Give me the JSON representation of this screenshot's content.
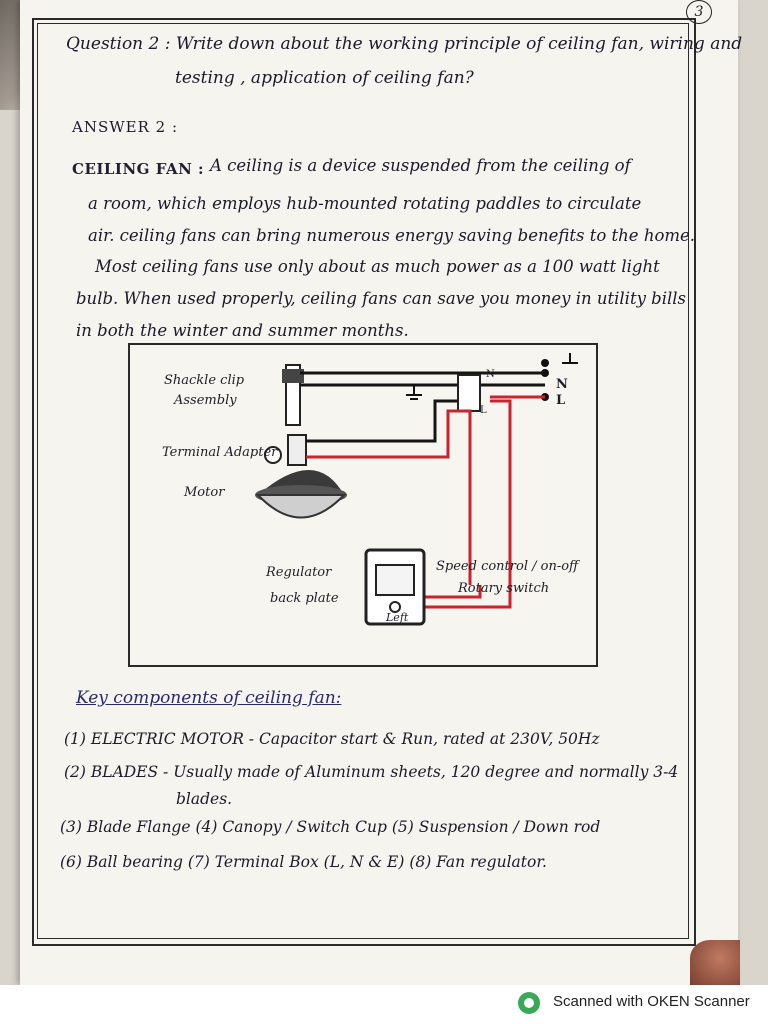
{
  "page_number": "3",
  "question": {
    "line1": "Question 2 :  Write down about the working principle of ceiling fan, wiring and",
    "line2": "testing , application of ceiling fan?"
  },
  "answer_label": "ANSWER 2 :",
  "ceiling_fan": {
    "heading": "CEILING FAN :",
    "lines": [
      "A ceiling is a device suspended from the ceiling of",
      "a room, which employs hub-mounted rotating paddles to circulate",
      "air. ceiling fans can bring numerous energy saving benefits to the home.",
      "Most ceiling fans use only about as much power as a 100 watt light",
      "bulb. When used properly, ceiling fans can save you money in utility bills",
      "in both the winter and summer months."
    ]
  },
  "diagram": {
    "labels": {
      "shackle": "Shackle clip",
      "assembly": "Assembly",
      "terminal": "Terminal Adapter",
      "motor": "Motor",
      "regulator1": "Regulator",
      "regulator2": "back plate",
      "speed1": "Speed control / on-off",
      "speed2": "Rotary switch",
      "n_small": "N",
      "l_small": "L",
      "n": "N",
      "l": "L",
      "left": "Left"
    },
    "colors": {
      "neutral": "#151515",
      "live": "#c9232b"
    }
  },
  "key_components": {
    "title": "Key components of ceiling fan:",
    "lines": [
      "(1)  ELECTRIC MOTOR - Capacitor start & Run, rated at 230V, 50Hz",
      "(2)  BLADES - Usually made of Aluminum sheets, 120 degree and normally 3-4",
      "blades.",
      "(3)  Blade Flange   (4)  Canopy / Switch Cup   (5) Suspension / Down rod",
      "(6)   Ball bearing   (7)  Terminal Box  (L, N & E)  (8) Fan regulator."
    ]
  },
  "footer": {
    "scanner_text": "Scanned with OKEN Scanner",
    "logo_color": "#3aa957"
  }
}
